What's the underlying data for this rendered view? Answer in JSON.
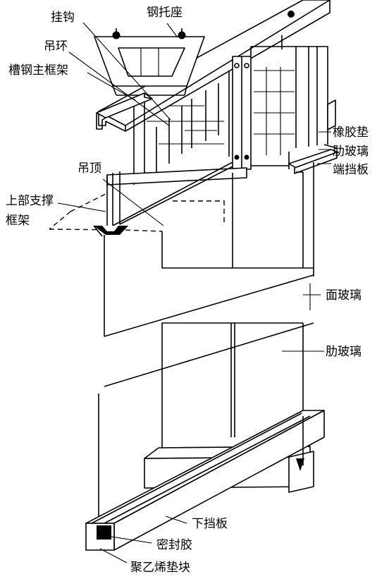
{
  "labels": {
    "hook": "挂钩",
    "steel_bracket": "钢托座",
    "hanging_ring": "吊环",
    "channel_frame": "槽钢主框架",
    "rubber_pad": "橡胶垫",
    "rib_glass_top": "肋玻璃",
    "end_baffle": "端挡板",
    "ceiling_hanger": "吊顶",
    "upper_support_line1": "上部支撑",
    "upper_support_line2": "框架",
    "face_glass": "面玻璃",
    "rib_glass": "肋玻璃",
    "lower_baffle": "下挡板",
    "sealant": "密封胶",
    "pe_block": "聚乙烯垫块"
  }
}
